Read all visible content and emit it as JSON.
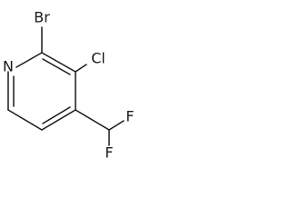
{
  "structure": {
    "atoms": {
      "n1": "N",
      "br": "Br",
      "cl": "Cl",
      "f_top": "F",
      "f_bottom": "F"
    }
  }
}
